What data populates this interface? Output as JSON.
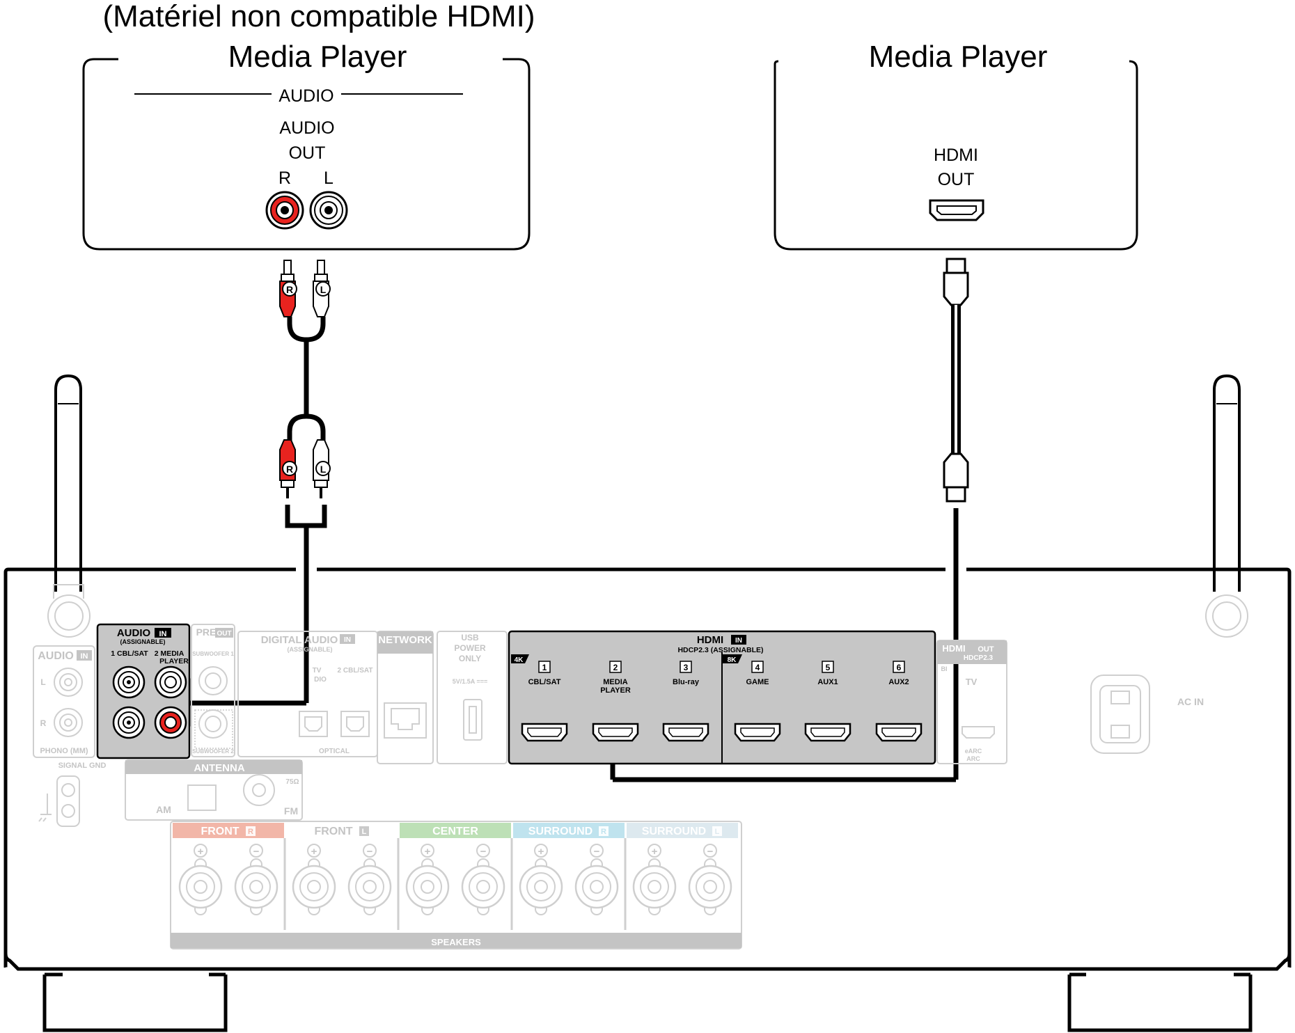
{
  "devices": {
    "left": {
      "note": "(Matériel non compatible HDMI)",
      "title": "Media Player",
      "section": "AUDIO",
      "out_line1": "AUDIO",
      "out_line2": "OUT",
      "r": "R",
      "l": "L"
    },
    "right": {
      "title": "Media Player",
      "out_line1": "HDMI",
      "out_line2": "OUT"
    }
  },
  "cable_plugs": {
    "r": "R",
    "l": "L"
  },
  "receiver": {
    "audio_in": {
      "title": "AUDIO",
      "badge": "IN",
      "sub": "(ASSIGNABLE)",
      "in1": "1 CBL/SAT",
      "in2a": "2  MEDIA",
      "in2b": "PLAYER"
    },
    "phono": {
      "title": "AUDIO",
      "badge": "IN",
      "l": "L",
      "r": "R",
      "caption": "PHONO (MM)",
      "gnd": "SIGNAL GND"
    },
    "preout": {
      "title": "PRE",
      "badge": "OUT",
      "sub1": "SUBWOOFER 1",
      "sub2": "SUBWOOFER 2"
    },
    "digital": {
      "title": "DIGITAL AUDIO",
      "badge": "IN",
      "sub": "(ASSIGNABLE)",
      "tv": "TV",
      "audio": "DIO",
      "cbl": "2 CBL/SAT",
      "optical": "OPTICAL"
    },
    "network": "NETWORK",
    "usb": {
      "l1": "USB",
      "l2": "POWER",
      "l3": "ONLY",
      "rating": "5V/1.5A ==="
    },
    "hdmi_in": {
      "title": "HDMI",
      "badge": "IN",
      "sub": "HDCP2.3  (ASSIGNABLE)",
      "tag_4k": "4K",
      "tag_8k": "8K",
      "ports": [
        {
          "num": "1",
          "label": "CBL/SAT",
          "label2": ""
        },
        {
          "num": "2",
          "label": "MEDIA",
          "label2": "PLAYER"
        },
        {
          "num": "3",
          "label": "Blu-ray",
          "label2": ""
        },
        {
          "num": "4",
          "label": "GAME",
          "label2": ""
        },
        {
          "num": "5",
          "label": "AUX1",
          "label2": ""
        },
        {
          "num": "6",
          "label": "AUX2",
          "label2": ""
        }
      ]
    },
    "hdmi_out": {
      "title": "HDMI",
      "badge": "OUT",
      "sub": "HDCP2.3",
      "tv": "TV",
      "arc1": "eARC",
      "arc2": "ARC",
      "edge": "BI"
    },
    "antenna": {
      "title": "ANTENNA",
      "am": "AM",
      "fm": "FM",
      "ohm": "75Ω"
    },
    "ac_in": "AC IN",
    "speakers": {
      "caption": "SPEAKERS",
      "groups": [
        {
          "label": "FRONT",
          "badge": "R",
          "color": "#f2b6a8"
        },
        {
          "label": "FRONT",
          "badge": "L",
          "color": "#ffffff"
        },
        {
          "label": "CENTER",
          "badge": "",
          "color": "#bde0b6"
        },
        {
          "label": "SURROUND",
          "badge": "R",
          "color": "#bfe3ee"
        },
        {
          "label": "SURROUND",
          "badge": "L",
          "color": "#dde9ef"
        }
      ],
      "plus": "+",
      "minus": "−"
    }
  }
}
